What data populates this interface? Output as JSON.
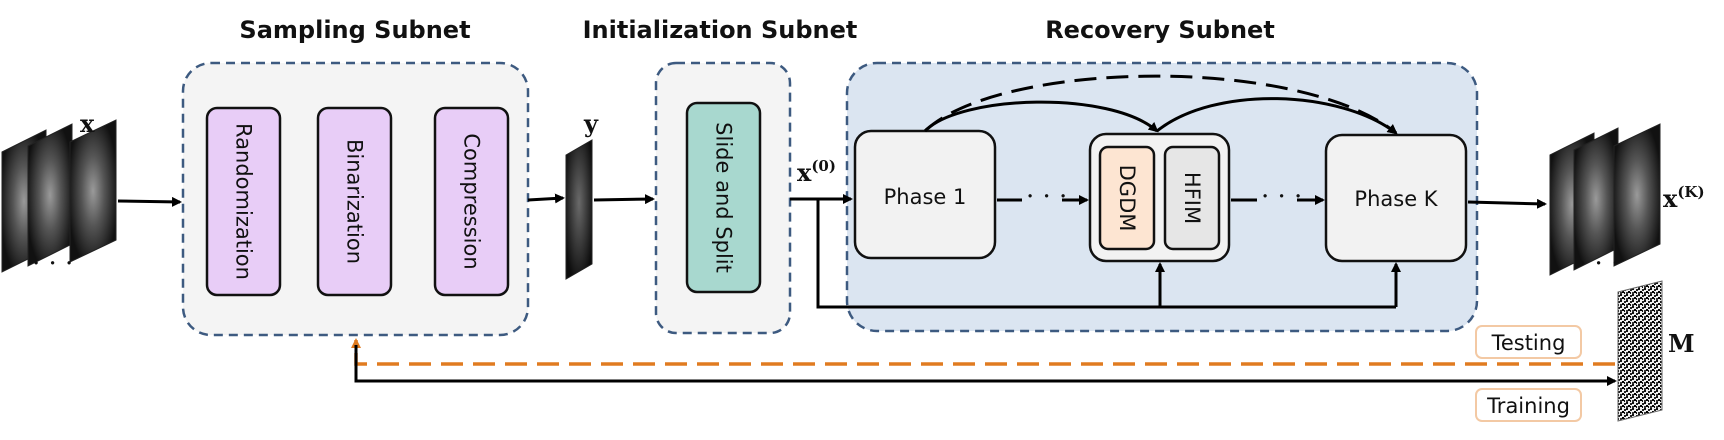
{
  "subnets": {
    "sampling": {
      "title": "Sampling Subnet",
      "blocks": [
        "Randomization",
        "Binarization",
        "Compression"
      ]
    },
    "initialization": {
      "title": "Initialization Subnet",
      "block": "Slide and Split"
    },
    "recovery": {
      "title": "Recovery Subnet",
      "phase_first": "Phase 1",
      "phase_last": "Phase K",
      "modules": [
        "DGDM",
        "HFIM"
      ]
    }
  },
  "symbols": {
    "x": "x",
    "y": "y",
    "x0": "x",
    "x0_sup": "(0)",
    "xK": "x",
    "xK_sup": "(K)",
    "M": "M",
    "ellipsis": "· · ·"
  },
  "legend": {
    "testing": "Testing",
    "training": "Training"
  },
  "colors": {
    "purple": "#e8cdf7",
    "teal": "#a8d8cf",
    "peach": "#fde5d2",
    "recovery_bg": "#dbe5f1",
    "panel_bg": "#f4f4f4",
    "dashed_border": "#3d5a80",
    "orange": "#e07b20"
  }
}
